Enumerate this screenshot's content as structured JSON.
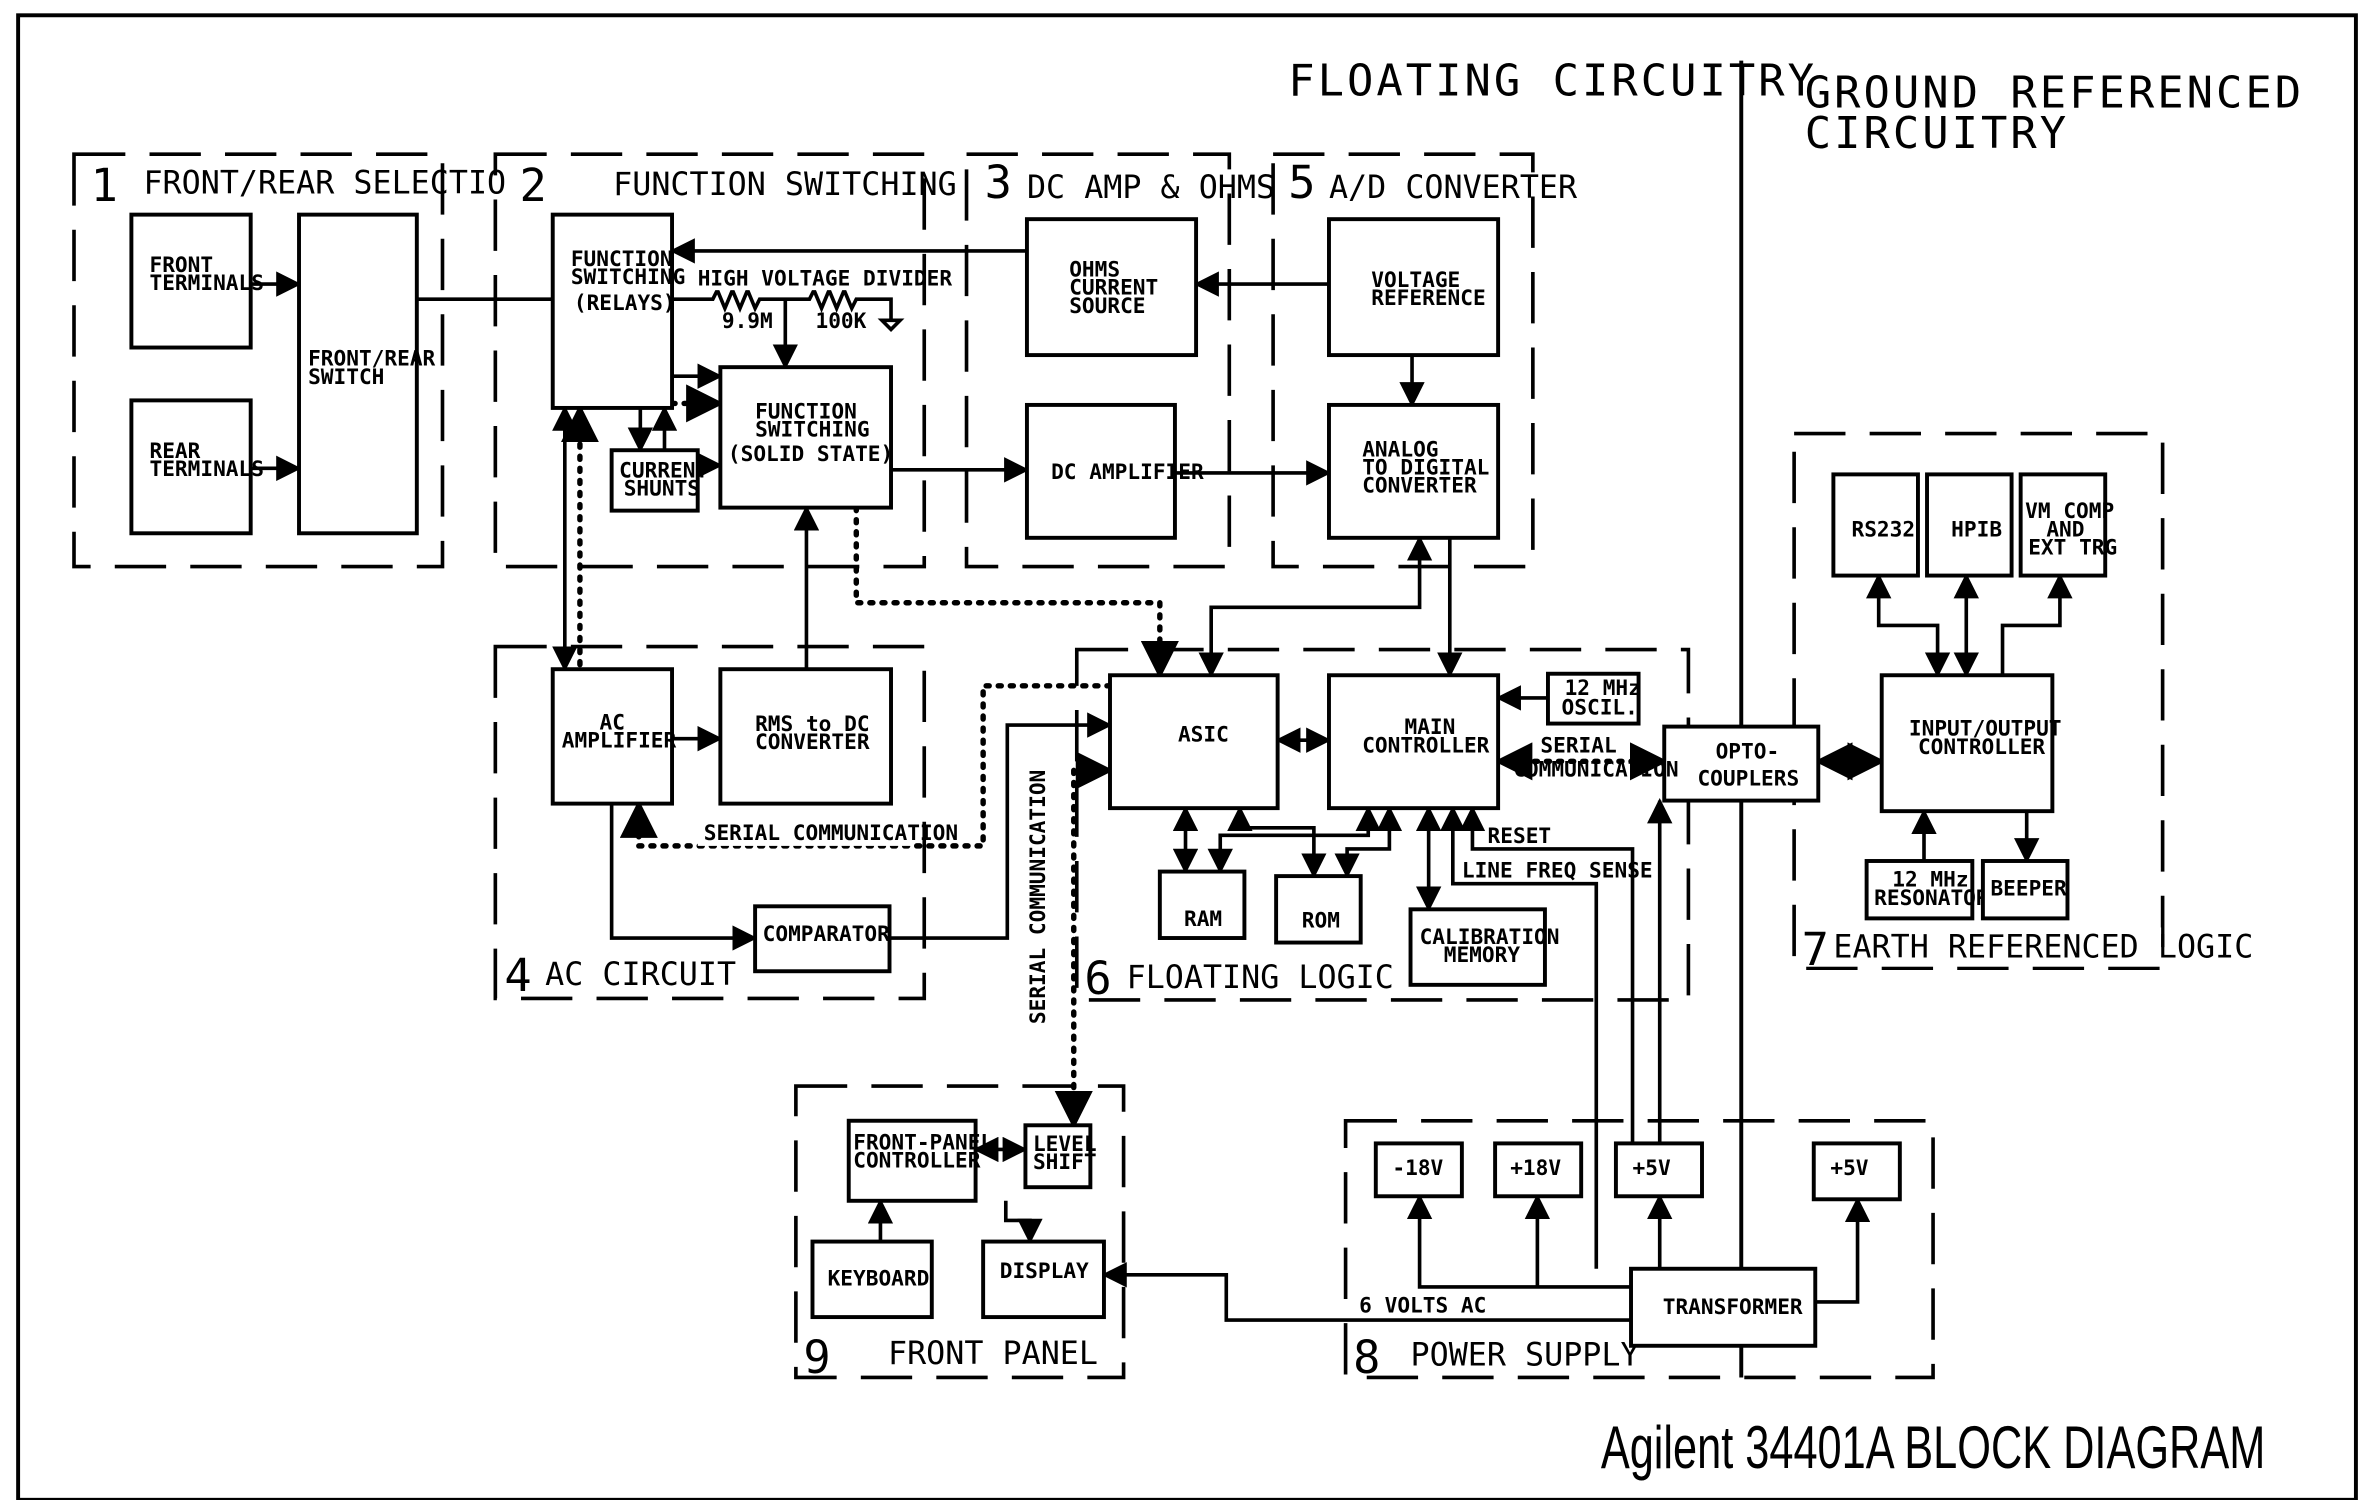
{
  "title": "Agilent  34401A  BLOCK  DIAGRAM",
  "regions": {
    "floating": "FLOATING CIRCUITRY",
    "ground": [
      "GROUND REFERENCED",
      "CIRCUITRY"
    ]
  },
  "sections": {
    "s1": {
      "num": "1",
      "label": "FRONT/REAR SELECTION"
    },
    "s2": {
      "num": "2",
      "label": "FUNCTION SWITCHING"
    },
    "s3": {
      "num": "3",
      "label": "DC AMP & OHMS"
    },
    "s4": {
      "num": "4",
      "label": "AC CIRCUIT"
    },
    "s5": {
      "num": "5",
      "label": "A/D CONVERTER"
    },
    "s6": {
      "num": "6",
      "label": "FLOATING LOGIC"
    },
    "s7": {
      "num": "7",
      "label": "EARTH REFERENCED LOGIC"
    },
    "s8": {
      "num": "8",
      "label": "POWER SUPPLY"
    },
    "s9": {
      "num": "9",
      "label": "FRONT PANEL"
    }
  },
  "blocks": {
    "front_terminals": [
      "FRONT",
      "TERMINALS"
    ],
    "rear_terminals": [
      "REAR",
      "TERMINALS"
    ],
    "front_rear_switch": [
      "FRONT/REAR",
      "SWITCH"
    ],
    "function_relays": [
      "FUNCTION",
      "SWITCHING",
      "(RELAYS)"
    ],
    "current_shunts": [
      "CURRENT",
      "SHUNTS"
    ],
    "function_solid_state": [
      "FUNCTION",
      "SWITCHING",
      "(SOLID STATE)"
    ],
    "ohms_current_source": [
      "OHMS",
      "CURRENT",
      "SOURCE"
    ],
    "dc_amplifier": [
      "DC AMPLIFIER"
    ],
    "voltage_reference": [
      "VOLTAGE",
      "REFERENCE"
    ],
    "adc": [
      "ANALOG",
      "TO DIGITAL",
      "CONVERTER"
    ],
    "ac_amplifier": [
      "AC",
      "AMPLIFIER"
    ],
    "rms_to_dc": [
      "RMS to DC",
      "CONVERTER"
    ],
    "comparator": [
      "COMPARATOR"
    ],
    "asic": [
      "ASIC"
    ],
    "main_controller": [
      "MAIN",
      "CONTROLLER"
    ],
    "osc_12mhz": [
      "12 MHz",
      "OSCIL."
    ],
    "ram": [
      "RAM"
    ],
    "rom": [
      "ROM"
    ],
    "calibration_memory": [
      "CALIBRATION",
      "MEMORY"
    ],
    "opto_couplers": [
      "OPTO-",
      "COUPLERS"
    ],
    "rs232": [
      "RS232"
    ],
    "hpib": [
      "HPIB"
    ],
    "vm_comp": [
      "VM COMP",
      "AND",
      "EXT TRG"
    ],
    "io_controller": [
      "INPUT/OUTPUT",
      "CONTROLLER"
    ],
    "resonator_12mhz": [
      "12 MHz",
      "RESONATOR"
    ],
    "beeper": [
      "BEEPER"
    ],
    "front_panel_controller": [
      "FRONT-PANEL",
      "CONTROLLER"
    ],
    "level_shift": [
      "LEVEL",
      "SHIFT"
    ],
    "keyboard": [
      "KEYBOARD"
    ],
    "display": [
      "DISPLAY"
    ],
    "minus_18v": [
      "-18V"
    ],
    "plus_18v": [
      "+18V"
    ],
    "plus_5v_floating": [
      "+5V"
    ],
    "plus_5v_ground": [
      "+5V"
    ],
    "transformer": [
      "TRANSFORMER"
    ]
  },
  "annotations": {
    "hv_divider": "HIGH VOLTAGE DIVIDER",
    "r1": "9.9M",
    "r2": "100K",
    "serial_comm_ac": "SERIAL COMMUNICATION",
    "serial_comm_vertical": "SERIAL COMMUNICATION",
    "serial_comm_opto": [
      "SERIAL",
      "COMMUNICATION"
    ],
    "reset": "RESET",
    "line_freq_sense": "LINE FREQ SENSE",
    "six_volts_ac": "6 VOLTS AC"
  }
}
